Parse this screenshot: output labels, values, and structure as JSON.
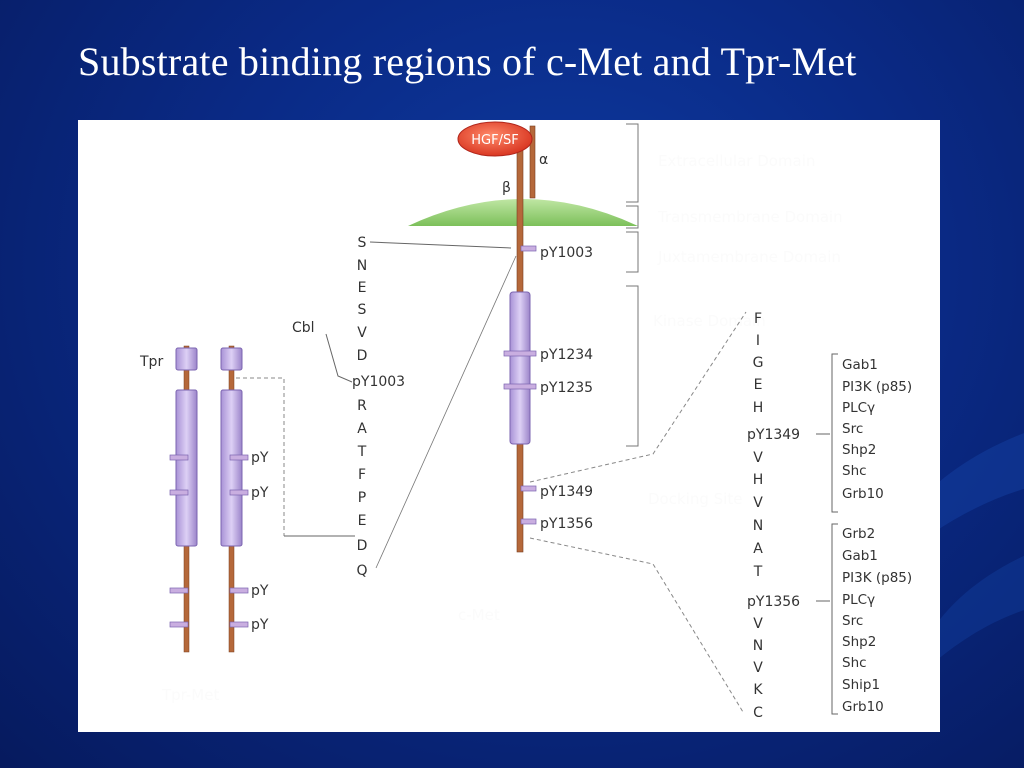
{
  "slide": {
    "title": "Substrate binding regions of c-Met and Tpr-Met"
  },
  "colors": {
    "background": "#0a2a86",
    "stalk": "#b5683a",
    "domain_fill": "#c7b3e6",
    "domain_stroke": "#7b64b0",
    "ligand": "#e8402a",
    "membrane": "#9dd47a"
  },
  "diagram": {
    "ligand": "HGF/SF",
    "alpha": "α",
    "beta": "β",
    "region_labels": {
      "extracellular": "Extracellular Domain",
      "transmembrane": "Transmembrane Domain",
      "juxtamembrane": "Juxtamembrane Domain",
      "kinase": "Kinase Domain",
      "docking": "Docking Site",
      "c_met": "c-Met",
      "tpr_met": "Tpr-Met"
    },
    "c_met_sites": [
      "pY1003",
      "pY1234",
      "pY1235",
      "pY1349",
      "pY1356"
    ],
    "tpr": {
      "label": "Tpr",
      "sites": [
        "pY",
        "pY",
        "pY",
        "pY"
      ]
    },
    "juxta_sequence": [
      "S",
      "N",
      "E",
      "S",
      "V",
      "D",
      "pY1003",
      "R",
      "A",
      "T",
      "F",
      "P",
      "E",
      "D",
      "Q"
    ],
    "cbl": "Cbl",
    "docking_sequence": [
      "F",
      "I",
      "G",
      "E",
      "H",
      "pY1349",
      "V",
      "H",
      "V",
      "N",
      "A",
      "T",
      "pY1356",
      "V",
      "N",
      "V",
      "K",
      "C"
    ],
    "pY1349_binders": [
      "Gab1",
      "PI3K (p85)",
      "PLCγ",
      "Src",
      "Shp2",
      "Shc",
      "Grb10"
    ],
    "pY1356_binders": [
      "Grb2",
      "Gab1",
      "PI3K (p85)",
      "PLCγ",
      "Src",
      "Shp2",
      "Shc",
      "Ship1",
      "Grb10"
    ]
  }
}
